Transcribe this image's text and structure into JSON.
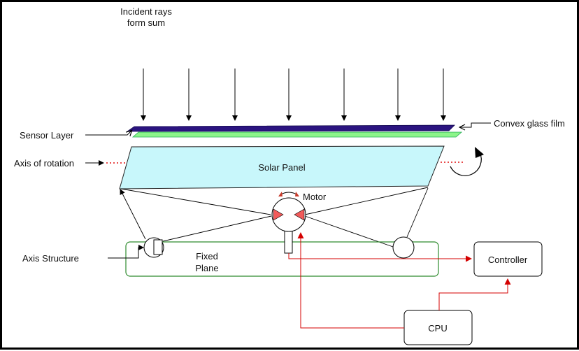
{
  "labels": {
    "incident_rays_line1": "Incident rays",
    "incident_rays_line2": "form sum",
    "sensor_layer": "Sensor Layer",
    "convex_glass_film": "Convex glass film",
    "axis_of_rotation": "Axis of rotation",
    "solar_panel": "Solar Panel",
    "motor": "Motor",
    "axis_structure": "Axis Structure",
    "fixed_plane_line1": "Fixed",
    "fixed_plane_line2": "Plane",
    "controller": "Controller",
    "cpu": "CPU"
  },
  "colors": {
    "glass_film": "#2b1480",
    "sensor_layer": "#8cf58a",
    "solar_panel_fill": "#c8f7fb",
    "fixed_plane_border": "#2e8b2e",
    "signal_wire": "#d40000",
    "motor_marker": "#f25a5a",
    "rotation_dots": "#e01010"
  },
  "icons": {
    "rotation_arrow": "clockwise-arc-arrow-icon",
    "motor_direction": "bidirectional-arc-arrow-icon"
  }
}
